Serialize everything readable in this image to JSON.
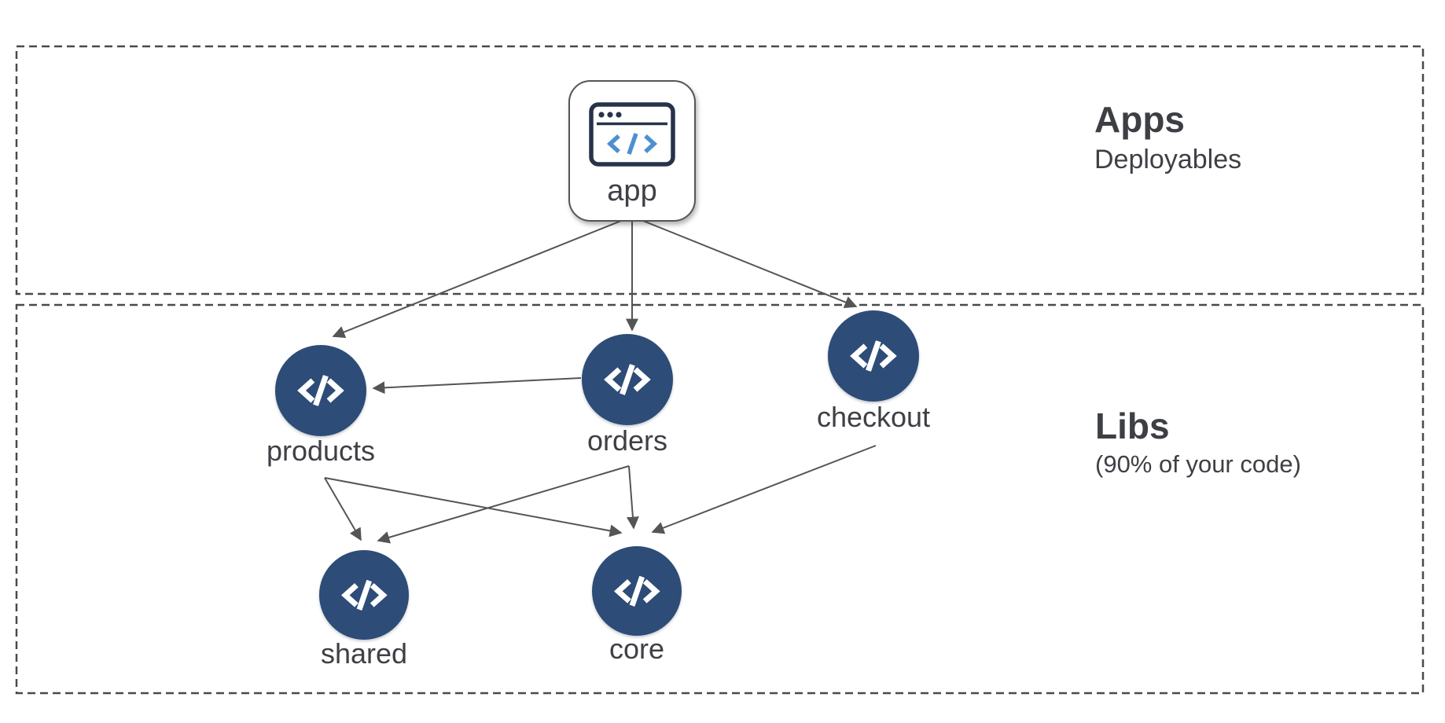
{
  "diagram": {
    "type": "architecture-graph",
    "sections": [
      {
        "id": "apps",
        "title": "Apps",
        "subtitle": "Deployables"
      },
      {
        "id": "libs",
        "title": "Libs",
        "subtitle": "(90% of your code)"
      }
    ],
    "nodes": [
      {
        "id": "app",
        "label": "app",
        "kind": "application",
        "section": "apps",
        "icon": "browser-code-icon"
      },
      {
        "id": "products",
        "label": "products",
        "kind": "library",
        "section": "libs",
        "icon": "code-icon"
      },
      {
        "id": "orders",
        "label": "orders",
        "kind": "library",
        "section": "libs",
        "icon": "code-icon"
      },
      {
        "id": "checkout",
        "label": "checkout",
        "kind": "library",
        "section": "libs",
        "icon": "code-icon"
      },
      {
        "id": "shared",
        "label": "shared",
        "kind": "library",
        "section": "libs",
        "icon": "code-icon"
      },
      {
        "id": "core",
        "label": "core",
        "kind": "library",
        "section": "libs",
        "icon": "code-icon"
      }
    ],
    "edges": [
      {
        "from": "app",
        "to": "products"
      },
      {
        "from": "app",
        "to": "orders"
      },
      {
        "from": "app",
        "to": "checkout"
      },
      {
        "from": "orders",
        "to": "products"
      },
      {
        "from": "products",
        "to": "shared"
      },
      {
        "from": "products",
        "to": "core"
      },
      {
        "from": "orders",
        "to": "shared"
      },
      {
        "from": "orders",
        "to": "core"
      },
      {
        "from": "checkout",
        "to": "core"
      }
    ],
    "colors": {
      "node_fill": "#2d4c77",
      "node_glyph": "#ffffff",
      "arrow": "#555555",
      "section_border": "#4a4a4a",
      "text": "#3e4045",
      "app_icon_outline": "#263349",
      "app_icon_code": "#4d8fd1"
    }
  }
}
